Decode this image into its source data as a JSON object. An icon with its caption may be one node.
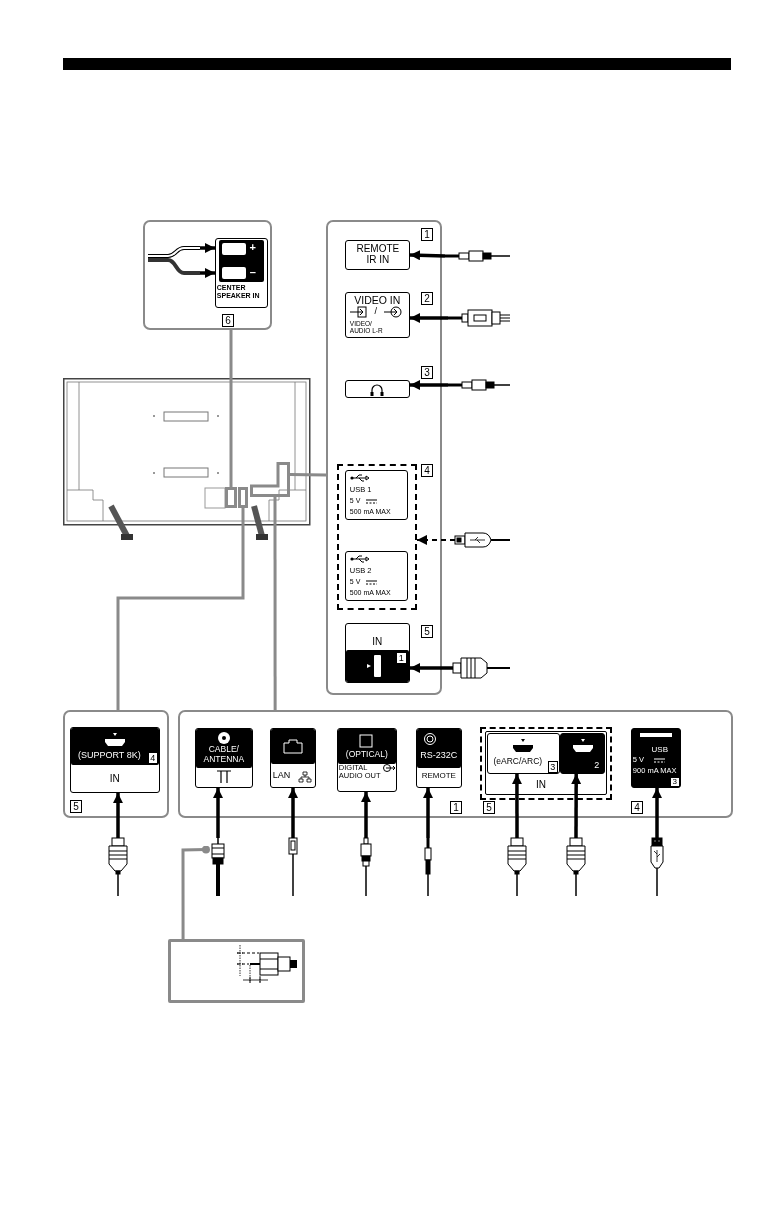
{
  "diagram": {
    "nodes": [
      {
        "text": [
          "6"
        ]
      },
      {
        "text": [
          "+",
          "–",
          "CENTER SPEAKER IN"
        ],
        "in": 0
      },
      {
        "text": [],
        "shape": "picture",
        "in": 0
      },
      {
        "text": [],
        "shape": "box"
      },
      {
        "text": [
          "REMOTE IR IN"
        ],
        "in": 3,
        "beside": [
          "1"
        ]
      },
      {
        "text": [
          "VIDEO IN",
          "/",
          "VIDEO/ AUDIO L-R"
        ],
        "in": 3,
        "beside": [
          "2"
        ]
      },
      {
        "text": [],
        "shape": "box",
        "in": 3,
        "beside": [
          "3"
        ]
      },
      {
        "text": [],
        "shape": "box",
        "in": 3,
        "beside": [
          "4"
        ]
      },
      {
        "text": [
          "USB 1",
          "5 V",
          "500 mA MAX"
        ],
        "in": 7
      },
      {
        "text": [
          "USB 2",
          "5 V",
          "500 mA MAX"
        ],
        "in": 7
      },
      {
        "text": [
          "IN",
          "1"
        ],
        "in": 3,
        "beside": [
          "5"
        ]
      },
      {
        "text": [],
        "shape": "picture"
      },
      {
        "text": [],
        "shape": "picture"
      },
      {
        "text": [],
        "shape": "picture"
      },
      {
        "text": [],
        "shape": "picture"
      },
      {
        "text": [],
        "shape": "picture"
      },
      {
        "text": [],
        "shape": "picture"
      },
      {
        "text": [],
        "shape": "box",
        "in": 16
      },
      {
        "text": [],
        "shape": "box",
        "in": 16
      },
      {
        "text": [],
        "shape": "box",
        "in": 16
      },
      {
        "text": [
          "5"
        ]
      },
      {
        "text": [
          "(SUPPORT 8K)",
          "4",
          "IN"
        ],
        "in": 20
      },
      {
        "text": [],
        "shape": "box"
      },
      {
        "text": [
          "CABLE/ ANTENNA"
        ],
        "in": 22
      },
      {
        "text": [
          "LAN"
        ],
        "in": 22
      },
      {
        "text": [
          "(OPTICAL)",
          "DIGITAL AUDIO OUT"
        ],
        "in": 22
      },
      {
        "text": [
          "RS-232C",
          "REMOTE"
        ],
        "in": 22,
        "beside": [
          "1"
        ]
      },
      {
        "text": [
          "IN"
        ],
        "in": 22,
        "beside": [
          "5"
        ]
      },
      {
        "text": [
          "(eARC/ARC)",
          "3"
        ],
        "in": 27
      },
      {
        "text": [
          "2"
        ],
        "in": 27
      },
      {
        "text": [
          "USB",
          "5 V",
          "900 mA MAX",
          "3"
        ],
        "in": 22,
        "beside": [
          "4"
        ]
      },
      {
        "text": [],
        "shape": "picture"
      },
      {
        "text": [],
        "shape": "picture"
      },
      {
        "text": [],
        "shape": "picture"
      },
      {
        "text": [],
        "shape": "picture"
      },
      {
        "text": [],
        "shape": "picture"
      },
      {
        "text": [],
        "shape": "picture"
      },
      {
        "text": [],
        "shape": "picture"
      },
      {
        "text": [],
        "shape": "picture"
      },
      {
        "text": [],
        "shape": "box"
      }
    ],
    "edges": [
      {
        "from": 2,
        "to": 1,
        "arrow": "to"
      },
      {
        "from": 2,
        "to": 1,
        "arrow": "to"
      },
      {
        "from": 11,
        "to": 4,
        "arrow": "to"
      },
      {
        "from": 12,
        "to": 5,
        "arrow": "to"
      },
      {
        "from": 13,
        "to": 6,
        "arrow": "to"
      },
      {
        "from": 14,
        "to": 7,
        "arrow": "to",
        "style": "dashed"
      },
      {
        "from": 15,
        "to": 10,
        "arrow": "to"
      },
      {
        "from": 17,
        "to": 0,
        "arrow": "none",
        "color": "#8a8a8a"
      },
      {
        "from": 19,
        "to": 3,
        "arrow": "none",
        "color": "#8a8a8a"
      },
      {
        "from": 18,
        "to": 20,
        "arrow": "none",
        "color": "#8a8a8a"
      },
      {
        "from": 19,
        "to": 22,
        "arrow": "none",
        "color": "#8a8a8a"
      },
      {
        "from": 31,
        "to": 21,
        "arrow": "to"
      },
      {
        "from": 32,
        "to": 23,
        "arrow": "to"
      },
      {
        "from": 33,
        "to": 24,
        "arrow": "to"
      },
      {
        "from": 34,
        "to": 25,
        "arrow": "to"
      },
      {
        "from": 35,
        "to": 26,
        "arrow": "to"
      },
      {
        "from": 36,
        "to": 28,
        "arrow": "to"
      },
      {
        "from": 37,
        "to": 29,
        "arrow": "to"
      },
      {
        "from": 38,
        "to": 30,
        "arrow": "to"
      },
      {
        "from": 32,
        "to": 39,
        "arrow": "other",
        "color": "#8a8a8a"
      }
    ]
  }
}
